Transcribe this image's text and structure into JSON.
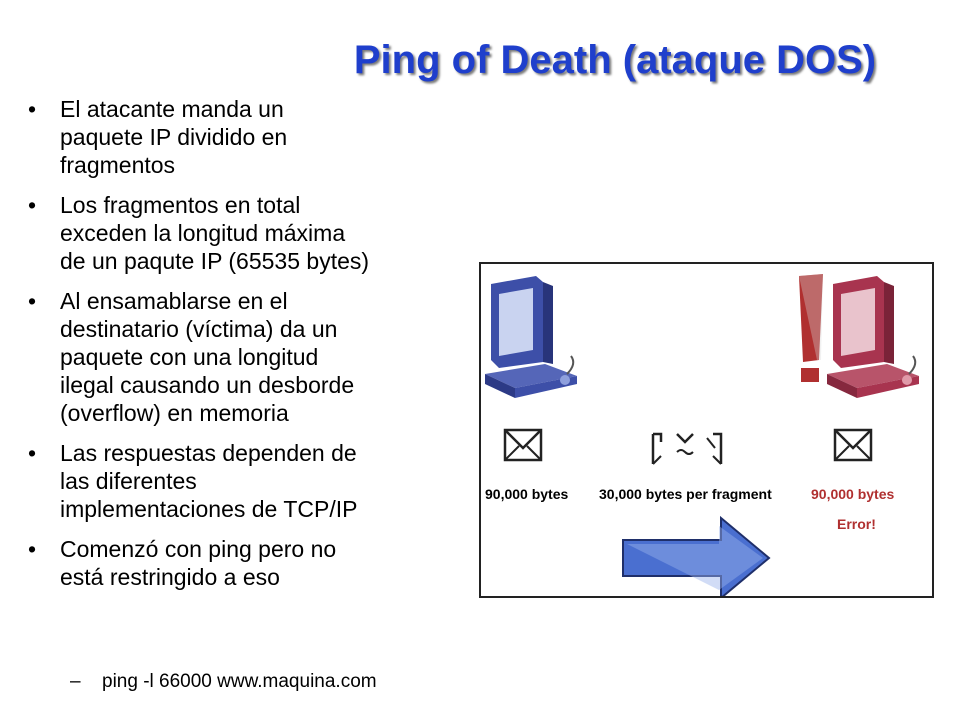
{
  "title": "Ping of Death (ataque DOS)",
  "bullets": [
    {
      "lines": [
        "El atacante manda un",
        "paquete IP dividido en",
        "fragmentos"
      ]
    },
    {
      "lines": [
        "Los fragmentos en total",
        "exceden la longitud máxima",
        "de un paqute IP (65535 bytes)"
      ]
    },
    {
      "lines": [
        "Al ensamablarse en el",
        "destinatario (víctima) da un",
        "paquete con una longitud",
        "ilegal causando un desborde",
        "(overflow) en memoria"
      ]
    },
    {
      "lines": [
        "Las respuestas dependen de",
        "las diferentes",
        "implementaciones de TCP/IP"
      ]
    },
    {
      "lines": [
        "Comenzó con ping pero no",
        "está restringido a eso"
      ]
    }
  ],
  "sub_bullet": "ping -l 66000 www.maquina.com",
  "diagram": {
    "sender_label": "90,000 bytes",
    "fragment_label": "30,000 bytes per fragment",
    "victim_label": "90,000 bytes",
    "error_label": "Error!",
    "sender_color": "#3d4fa8",
    "victim_color": "#a8344f",
    "arrow_color": "#4a6fd0",
    "error_color": "#b03030"
  }
}
